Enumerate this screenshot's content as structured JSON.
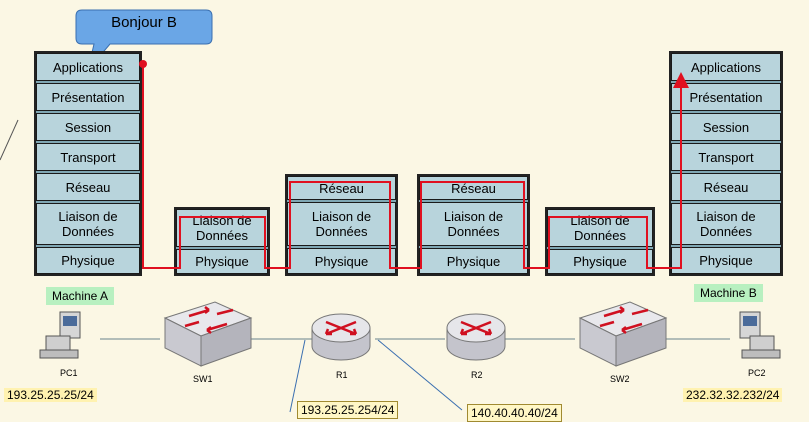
{
  "bubble": {
    "text": "Bonjour B"
  },
  "machine_a": {
    "label": "Machine A",
    "layers": [
      "Applications",
      "Présentation",
      "Session",
      "Transport",
      "Réseau",
      "Liaison de Données",
      "Physique"
    ]
  },
  "machine_b": {
    "label": "Machine B",
    "layers": [
      "Applications",
      "Présentation",
      "Session",
      "Transport",
      "Réseau",
      "Liaison de Données",
      "Physique"
    ]
  },
  "sw1_stack": {
    "layers": [
      "Liaison de Données",
      "Physique"
    ]
  },
  "r1_stack": {
    "layers": [
      "Réseau",
      "Liaison de Données",
      "Physique"
    ]
  },
  "r2_stack": {
    "layers": [
      "Réseau",
      "Liaison de Données",
      "Physique"
    ]
  },
  "sw2_stack": {
    "layers": [
      "Liaison de Données",
      "Physique"
    ]
  },
  "devices": {
    "pc1": "PC1",
    "sw1": "SW1",
    "r1": "R1",
    "r2": "R2",
    "sw2": "SW2",
    "pc2": "PC2"
  },
  "addresses": {
    "pc1": "193.25.25.25/24",
    "pc2": "232.32.32.232/24",
    "r1_left": "193.25.25.254/24",
    "r1_right": "140.40.40.40/24"
  },
  "colors": {
    "layer_fill": "#b8d4dc",
    "frame_fill": "#7fa7b4",
    "path": "#e01020",
    "bubble": "#6aa6e6"
  }
}
